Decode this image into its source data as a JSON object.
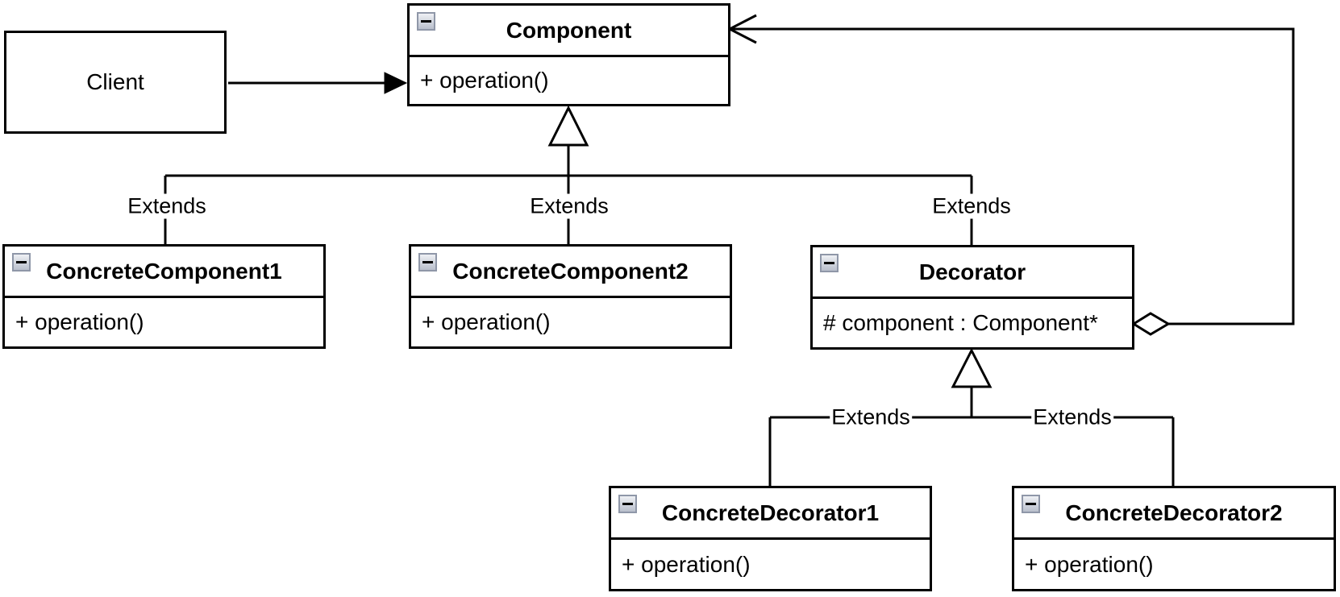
{
  "diagram_kind": "uml-class-diagram",
  "classes": {
    "client": {
      "name": "Client"
    },
    "component": {
      "name": "Component",
      "attribute": "+ operation()"
    },
    "concrete_component1": {
      "name": "ConcreteComponent1",
      "attribute": "+ operation()"
    },
    "concrete_component2": {
      "name": "ConcreteComponent2",
      "attribute": "+ operation()"
    },
    "decorator": {
      "name": "Decorator",
      "attribute": "# component : Component*"
    },
    "concrete_decorator1": {
      "name": "ConcreteDecorator1",
      "attribute": "+ operation()"
    },
    "concrete_decorator2": {
      "name": "ConcreteDecorator2",
      "attribute": "+ operation()"
    }
  },
  "relationships": {
    "extends_label": "Extends",
    "client_to_component": "directed association (filled arrow)",
    "decorator_to_component": "aggregation (hollow diamond, open arrow)",
    "generalizations": [
      "ConcreteComponent1 extends Component",
      "ConcreteComponent2 extends Component",
      "Decorator extends Component",
      "ConcreteDecorator1 extends Decorator",
      "ConcreteDecorator2 extends Decorator"
    ]
  },
  "icons": {
    "collapse_icon": "minus-square"
  },
  "colors": {
    "stroke": "#000000",
    "box_fill": "#ffffff",
    "collapse_icon_border": "#8f97a8",
    "collapse_icon_fill": "#c5cad6"
  }
}
